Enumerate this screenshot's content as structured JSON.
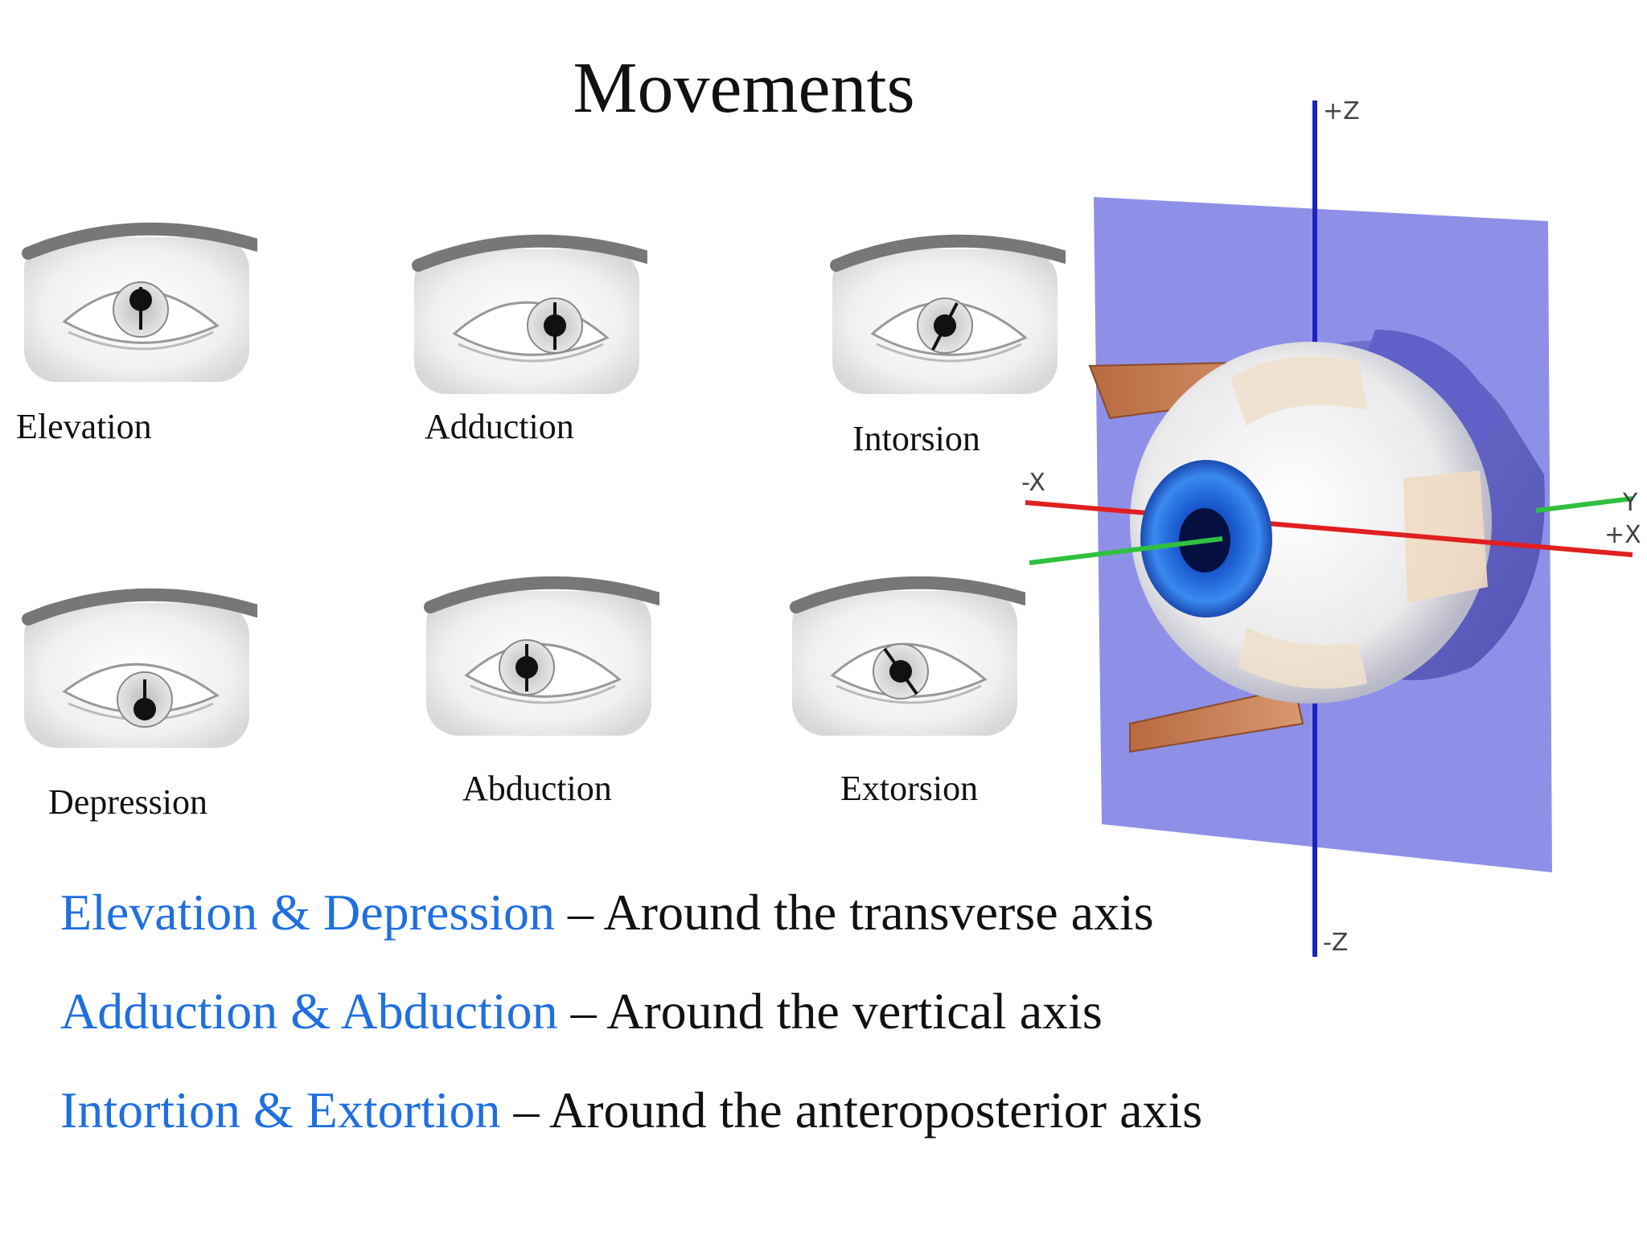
{
  "title": "Movements",
  "eyes": [
    {
      "label": "Elevation"
    },
    {
      "label": "Adduction"
    },
    {
      "label": "Intorsion"
    },
    {
      "label": "Depression"
    },
    {
      "label": "Abduction"
    },
    {
      "label": "Extorsion"
    }
  ],
  "axis_tags": {
    "plus_z": "+Z",
    "minus_z": "-Z",
    "minus_x": "-X",
    "plus_x": "+X",
    "y": "Y"
  },
  "axis_descriptions": [
    {
      "movements": "Elevation & Depression",
      "dash": " – ",
      "axis": "Around the transverse axis"
    },
    {
      "movements": "Adduction & Abduction",
      "dash": " – ",
      "axis": "Around the vertical axis"
    },
    {
      "movements": "Intortion & Extortion",
      "dash": " – ",
      "axis": "Around the anteroposterior axis"
    }
  ],
  "colors": {
    "movement_text": "#1f6fe0",
    "plane": "#8e90e8",
    "iris": "#2a7de8",
    "x_axis": "#e02020",
    "y_axis": "#30c040",
    "z_axis": "#2020c0",
    "muscle": "#c07850"
  }
}
